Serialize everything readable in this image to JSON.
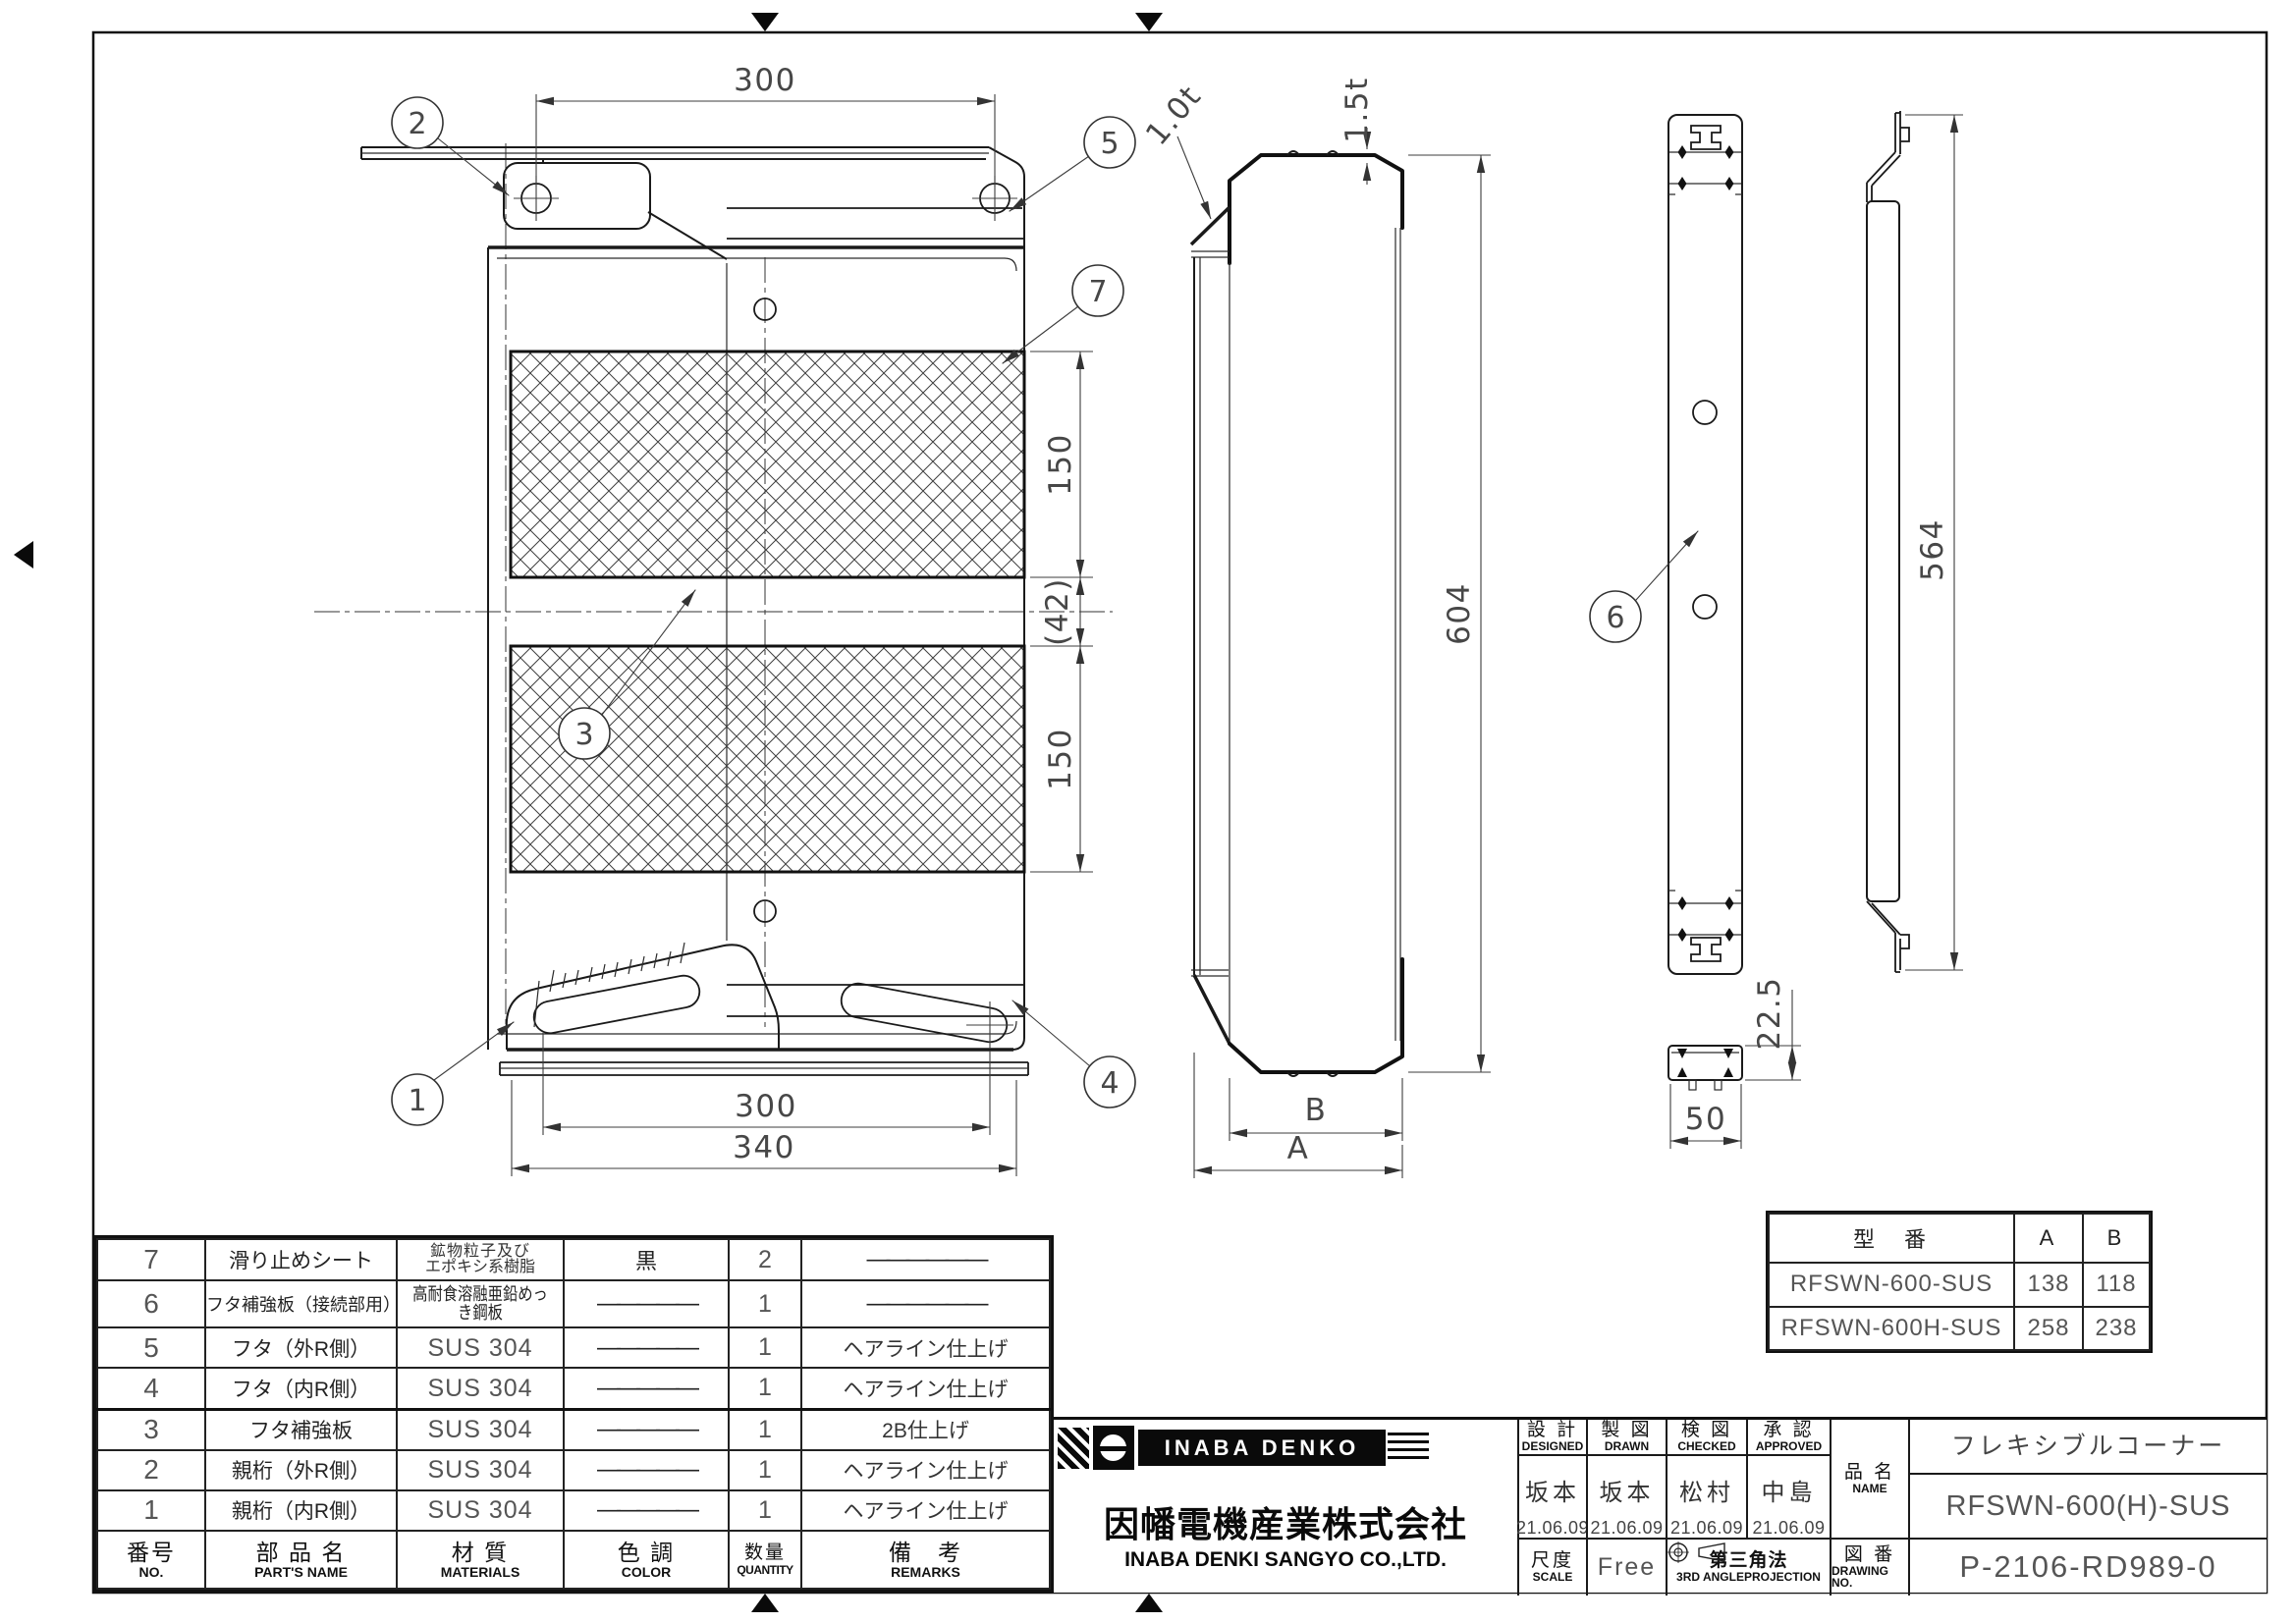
{
  "drawing": {
    "balloons": {
      "n1": "1",
      "n2": "2",
      "n3": "3",
      "n4": "4",
      "n5": "5",
      "n6": "6",
      "n7": "7"
    },
    "dims": {
      "top300": "300",
      "r150a": "150",
      "r42": "(42)",
      "r150b": "150",
      "b300": "300",
      "b340": "340",
      "h604": "604",
      "dimB": "B",
      "dimA": "A",
      "t15": "1.5t",
      "t10": "1.0t",
      "h564": "564",
      "d225": "22.5",
      "w50": "50"
    }
  },
  "parts_table": {
    "headers": {
      "no_jp": "番号",
      "no_en": "NO.",
      "name_jp": "部 品 名",
      "name_en": "PART'S NAME",
      "mat_jp": "材 質",
      "mat_en": "MATERIALS",
      "color_jp": "色 調",
      "color_en": "COLOR",
      "qty_jp": "数量",
      "qty_en": "QUANTITY",
      "rem_jp": "備　考",
      "rem_en": "REMARKS"
    },
    "rows": [
      {
        "no": "7",
        "name": "滑り止めシート",
        "mat1": "鉱物粒子及び",
        "mat2": "エポキシ系樹脂",
        "color": "黒",
        "qty": "2",
        "remarks": "——————"
      },
      {
        "no": "6",
        "name": "フタ補強板（接続部用）",
        "mat1": "高耐食溶融亜鉛めっき鋼板",
        "mat2": "",
        "color": "—————",
        "qty": "1",
        "remarks": "——————"
      },
      {
        "no": "5",
        "name": "フタ（外R側）",
        "mat1": "SUS 304",
        "mat2": "",
        "color": "—————",
        "qty": "1",
        "remarks": "ヘアライン仕上げ"
      },
      {
        "no": "4",
        "name": "フタ（内R側）",
        "mat1": "SUS 304",
        "mat2": "",
        "color": "—————",
        "qty": "1",
        "remarks": "ヘアライン仕上げ"
      },
      {
        "no": "3",
        "name": "フタ補強板",
        "mat1": "SUS 304",
        "mat2": "",
        "color": "—————",
        "qty": "1",
        "remarks": "2B仕上げ"
      },
      {
        "no": "2",
        "name": "親桁（外R側）",
        "mat1": "SUS 304",
        "mat2": "",
        "color": "—————",
        "qty": "1",
        "remarks": "ヘアライン仕上げ"
      },
      {
        "no": "1",
        "name": "親桁（内R側）",
        "mat1": "SUS 304",
        "mat2": "",
        "color": "—————",
        "qty": "1",
        "remarks": "ヘアライン仕上げ"
      }
    ]
  },
  "model_table": {
    "header_model": "型　番",
    "header_a": "A",
    "header_b": "B",
    "rows": [
      {
        "model": "RFSWN-600-SUS",
        "a": "138",
        "b": "118"
      },
      {
        "model": "RFSWN-600H-SUS",
        "a": "258",
        "b": "238"
      }
    ]
  },
  "title_block": {
    "brand": "INABA DENKO",
    "company_jp": "因幡電機産業株式会社",
    "company_en": "INABA DENKI SANGYO CO.,LTD.",
    "designed": {
      "jp": "設 計",
      "en": "DESIGNED",
      "name": "坂本",
      "date": "21.06.09"
    },
    "drawn": {
      "jp": "製 図",
      "en": "DRAWN",
      "name": "坂本",
      "date": "21.06.09"
    },
    "checked": {
      "jp": "検 図",
      "en": "CHECKED",
      "name": "松村",
      "date": "21.06.09"
    },
    "approved": {
      "jp": "承 認",
      "en": "APPROVED",
      "name": "中島",
      "date": "21.06.09"
    },
    "scale": {
      "jp": "尺度",
      "en": "SCALE",
      "value": "Free"
    },
    "projection": {
      "jp": "第三角法",
      "en": "3RD ANGLEPROJECTION"
    },
    "name_label": {
      "jp": "品 名",
      "en": "NAME"
    },
    "product": {
      "name": "フレキシブルコーナー",
      "model": "RFSWN-600(H)-SUS"
    },
    "dwg": {
      "jp": "図 番",
      "en": "DRAWING NO.",
      "no": "P-2106-RD989-0"
    }
  }
}
